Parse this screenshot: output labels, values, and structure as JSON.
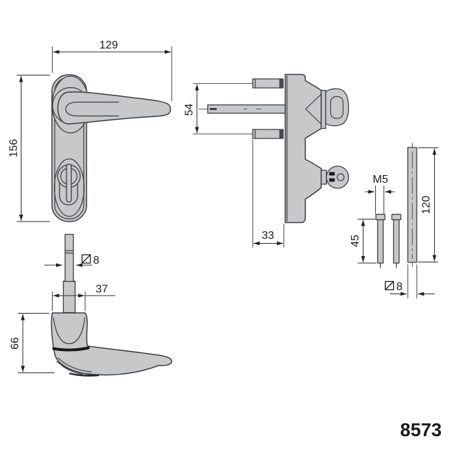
{
  "product_code": "8573",
  "front_view": {
    "width_mm": "129",
    "height_mm": "156"
  },
  "side_view": {
    "fixing_spacing_mm": "54",
    "screw_protrusion_mm": "33"
  },
  "handle_view": {
    "spindle_square_mm": "8",
    "neck_width_mm": "37",
    "height_mm": "66"
  },
  "fasteners": {
    "screw_thread": "M5",
    "screw_length_mm": "45",
    "spindle_length_mm": "120",
    "spindle_square_mm": "8"
  },
  "colors": {
    "part_fill": "#c7c8ca",
    "part_outline": "#3b3c40",
    "dimension_line": "#2b2b2b",
    "text": "#1a1a1a",
    "background": "#ffffff"
  }
}
